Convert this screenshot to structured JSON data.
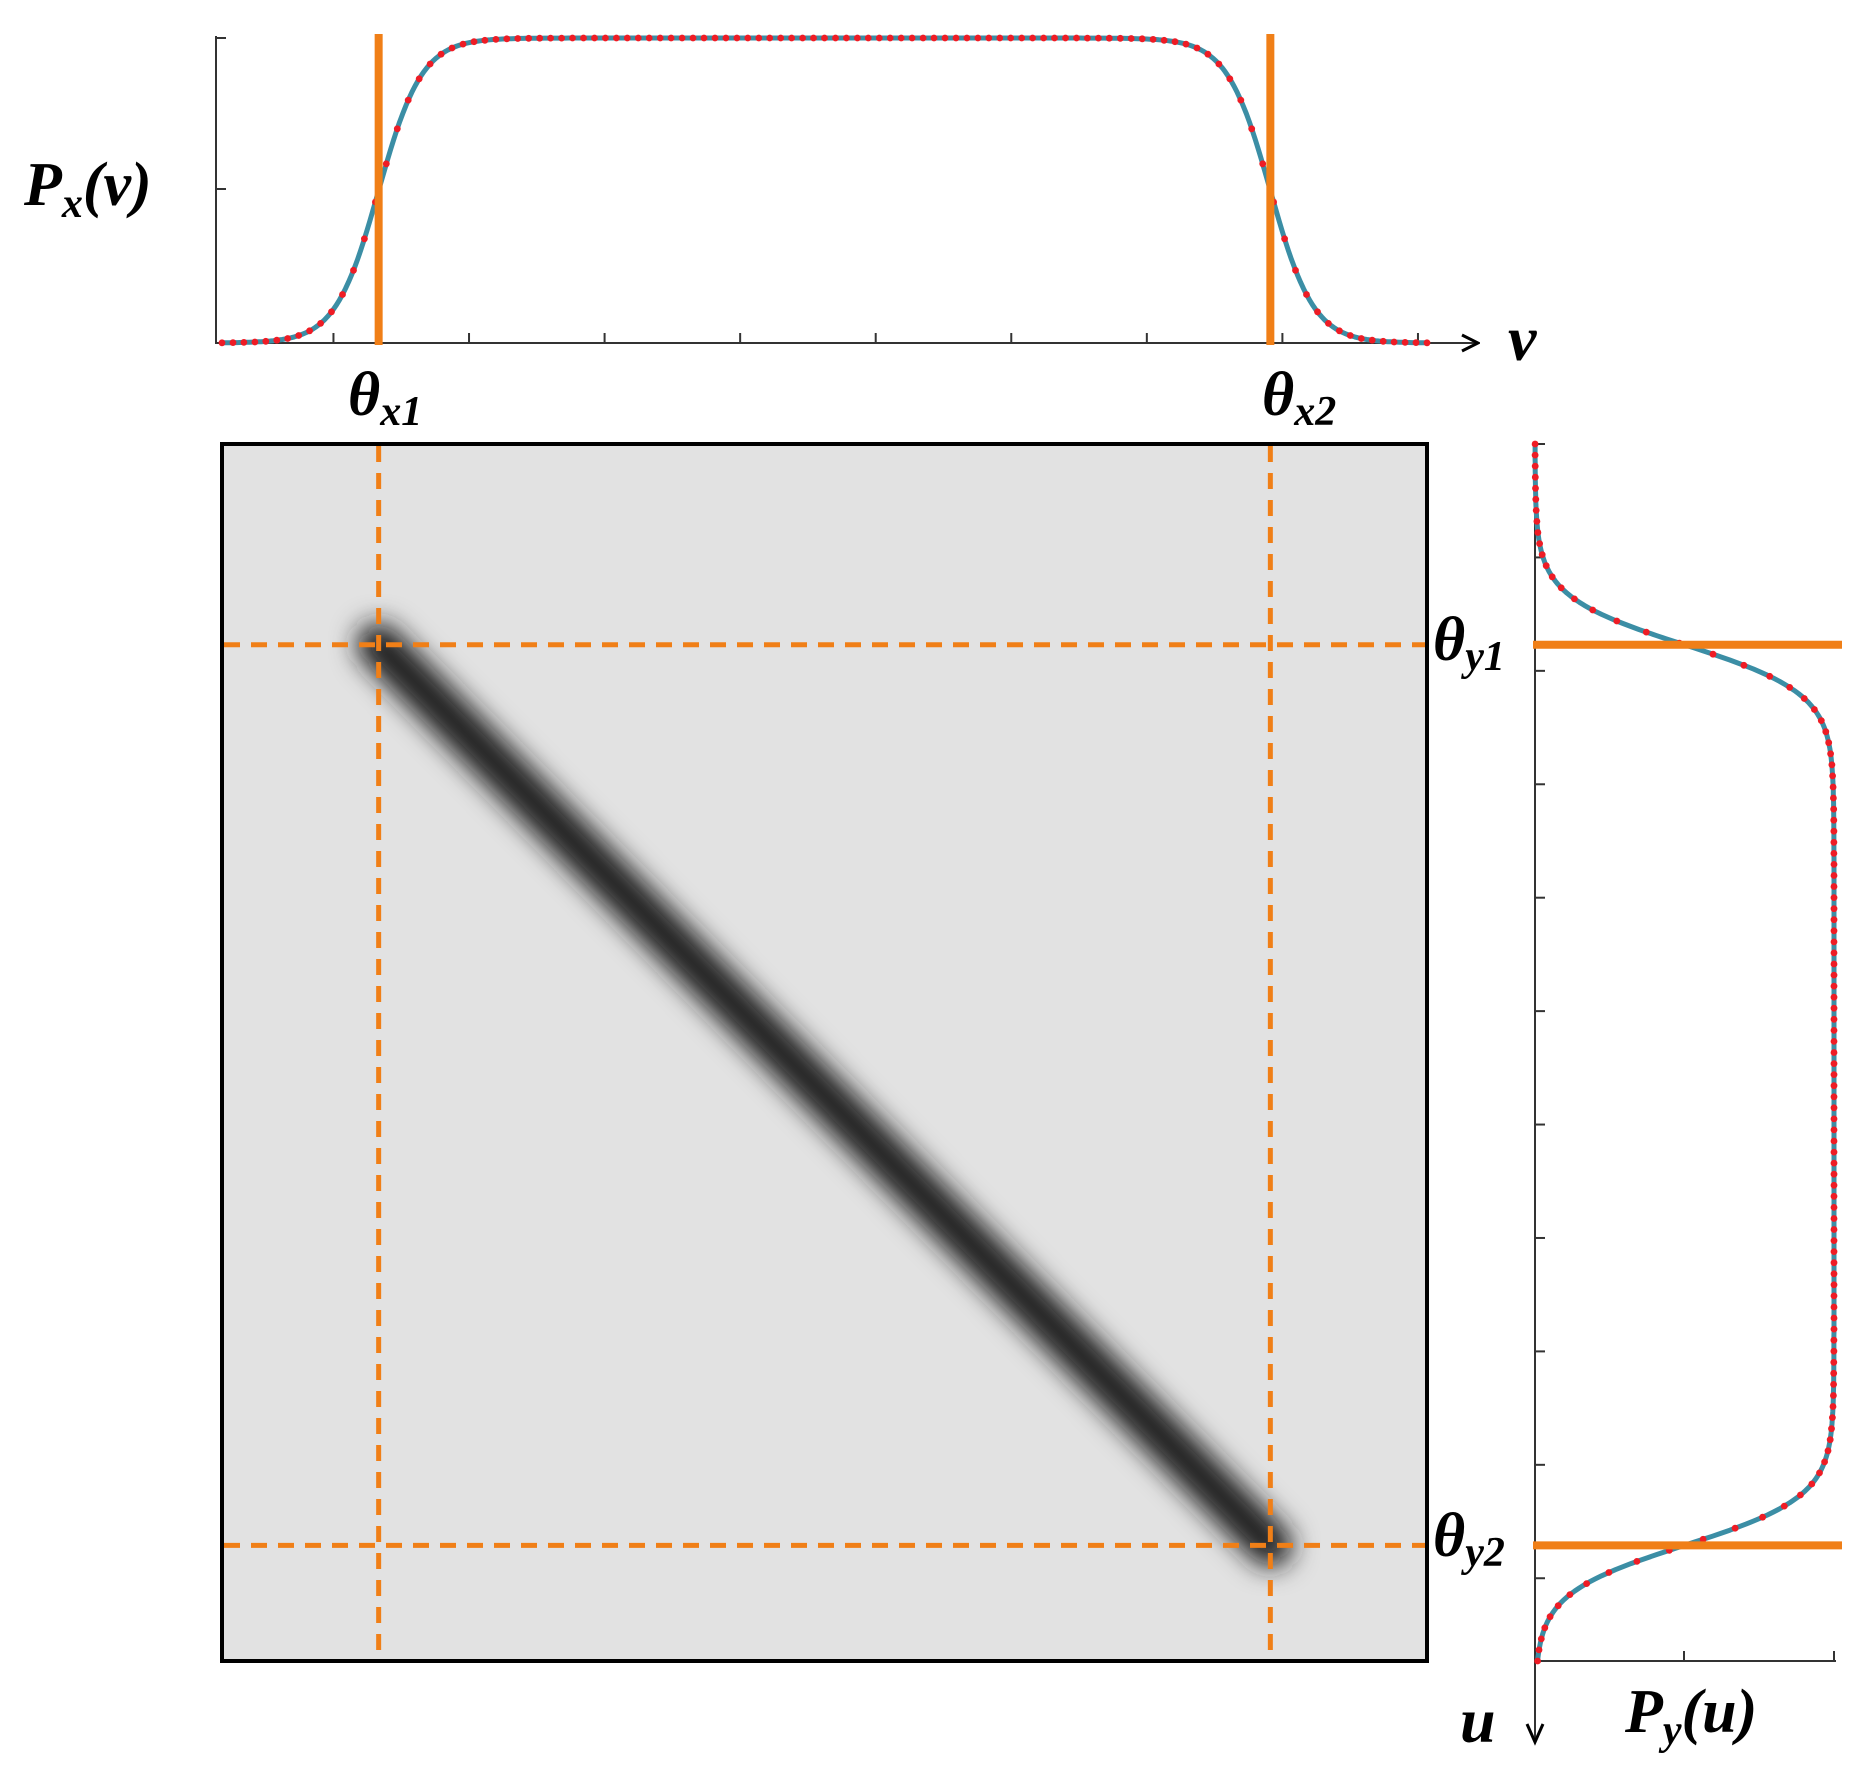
{
  "figure": {
    "top_ylabel": "P",
    "top_ylabel_sub": "x",
    "top_ylabel_arg": "(v)",
    "top_xlabel": "v",
    "right_xlabel": "P",
    "right_xlabel_sub": "y",
    "right_xlabel_arg": "(u)",
    "right_ylabel": "u",
    "theta_x1": {
      "main": "θ",
      "sub": "x1"
    },
    "theta_x2": {
      "main": "θ",
      "sub": "x2"
    },
    "theta_y1": {
      "main": "θ",
      "sub": "y1"
    },
    "theta_y2": {
      "main": "θ",
      "sub": "y2"
    }
  },
  "colors": {
    "curve": "#3b8ea5",
    "dots": "#ee1c25",
    "threshold": "#f07f17",
    "heatmap_bg": "#e2e2e2",
    "heatmap_band": "#1b1b1b"
  },
  "chart_data": [
    {
      "type": "line",
      "panel": "top-marginal",
      "ylabel": "Px(v)",
      "xlabel": "v",
      "xlim": [
        0,
        1
      ],
      "ylim": [
        0,
        1
      ],
      "edges": [
        0.13,
        0.87
      ],
      "edge_width": 0.018,
      "thresholds": {
        "θx1": 0.13,
        "θx2": 0.87
      },
      "series": [
        {
          "name": "",
          "kind": "line"
        },
        {
          "name": "",
          "kind": "dots"
        }
      ]
    },
    {
      "type": "line",
      "panel": "right-marginal",
      "xlabel": "Py(u)",
      "ylabel": "u",
      "xlim": [
        0,
        1
      ],
      "ylim": [
        0,
        1
      ],
      "edges": [
        0.165,
        0.905
      ],
      "edge_width": 0.02,
      "thresholds": {
        "θy1": 0.165,
        "θy2": 0.905
      },
      "series": [
        {
          "name": "",
          "kind": "line"
        },
        {
          "name": "",
          "kind": "dots"
        }
      ]
    },
    {
      "type": "heatmap",
      "panel": "joint",
      "description_values": "diagonal band",
      "band_from": [
        0.13,
        0.165
      ],
      "band_to": [
        0.87,
        0.905
      ],
      "xlim": [
        0,
        1
      ],
      "ylim": [
        0,
        1
      ]
    }
  ]
}
